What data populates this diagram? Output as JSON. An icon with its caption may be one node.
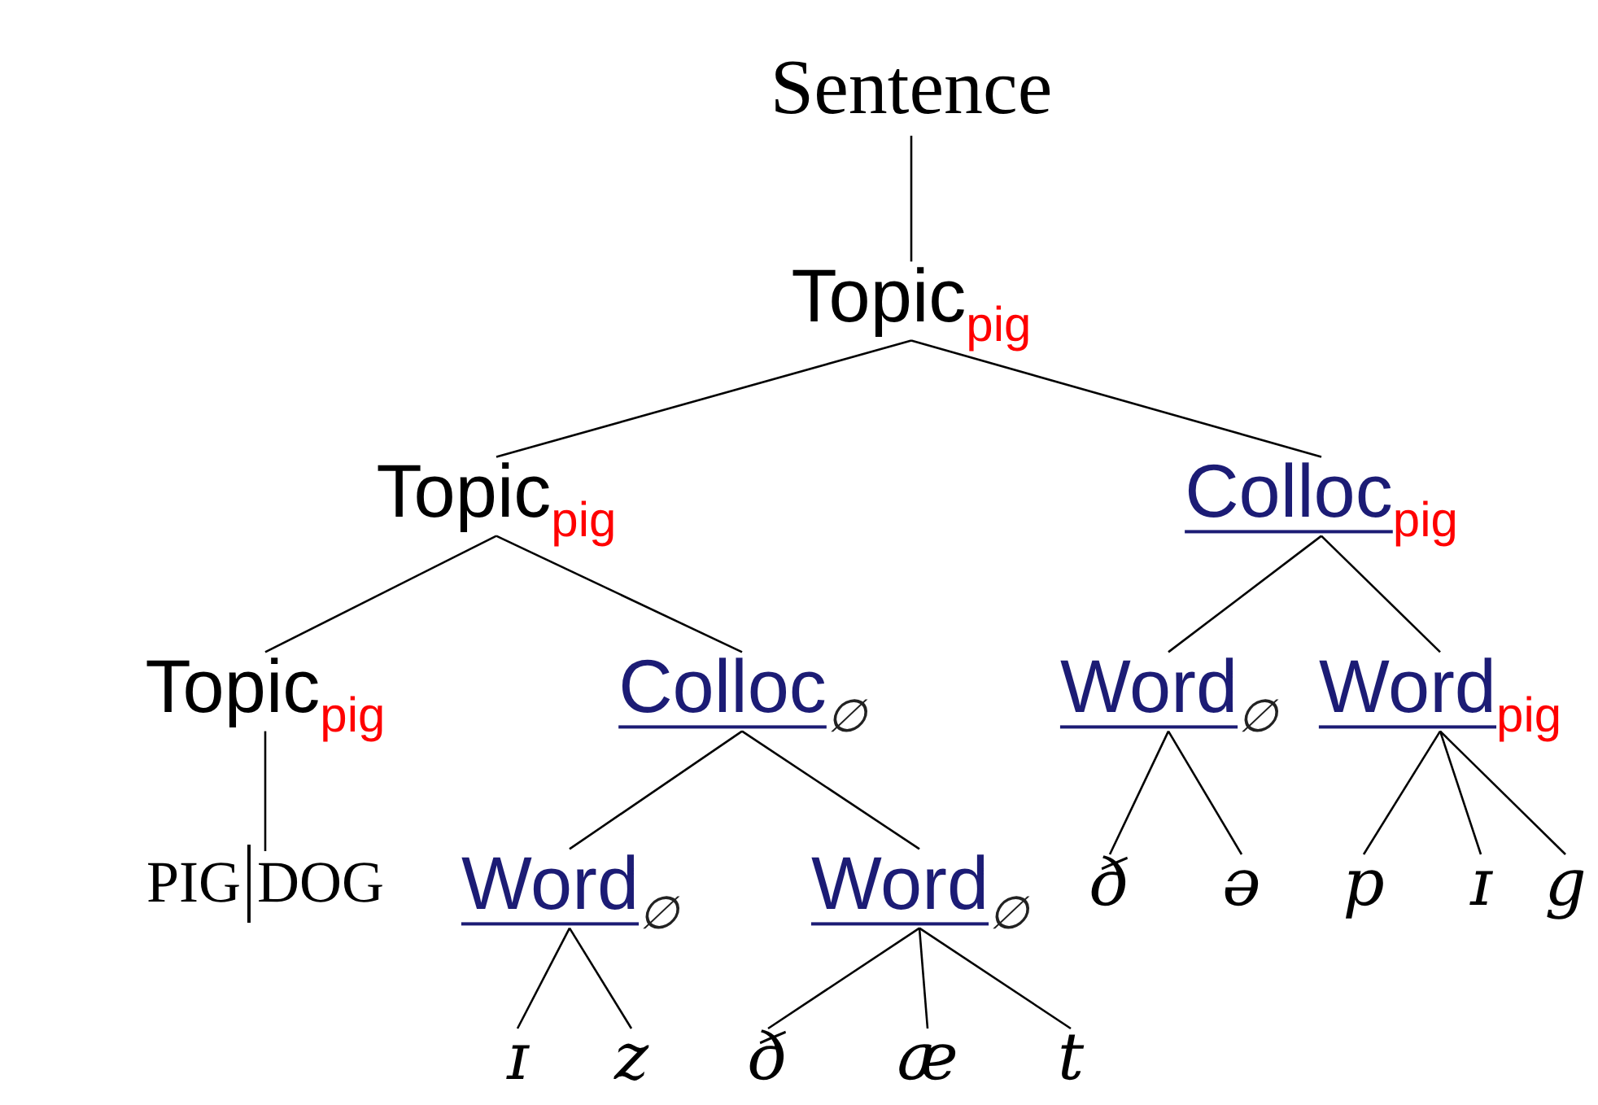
{
  "diagram": {
    "nodes": [
      {
        "text": [
          "Sentence"
        ]
      },
      {
        "text": [
          "Topic$_{pig}$"
        ]
      },
      {
        "text": [
          "Topic$_{pig}$"
        ]
      },
      {
        "text": [
          "Colloc$_{pig}$"
        ]
      },
      {
        "text": [
          "Topic$_{pig}$"
        ]
      },
      {
        "text": [
          "Colloc$_{∅}$"
        ]
      },
      {
        "text": [
          "Word$_{∅}$"
        ]
      },
      {
        "text": [
          "Word$_{pig}$"
        ]
      },
      {
        "text": [
          "PIG",
          "DOG"
        ]
      },
      {
        "text": [
          "Word$_{∅}$"
        ]
      },
      {
        "text": [
          "Word$_{∅}$"
        ]
      },
      {
        "text": [
          "ð"
        ]
      },
      {
        "text": [
          "ə"
        ]
      },
      {
        "text": [
          "p"
        ]
      },
      {
        "text": [
          "ɪ"
        ]
      },
      {
        "text": [
          "g"
        ]
      },
      {
        "text": [
          "ɪ"
        ]
      },
      {
        "text": [
          "z"
        ]
      },
      {
        "text": [
          "ð"
        ]
      },
      {
        "text": [
          "æ"
        ]
      },
      {
        "text": [
          "t"
        ]
      }
    ],
    "edges": [
      {
        "from": 0,
        "to": 1,
        "arrow": "none"
      },
      {
        "from": 1,
        "to": 2,
        "arrow": "none"
      },
      {
        "from": 1,
        "to": 3,
        "arrow": "none"
      },
      {
        "from": 2,
        "to": 4,
        "arrow": "none"
      },
      {
        "from": 2,
        "to": 5,
        "arrow": "none"
      },
      {
        "from": 3,
        "to": 6,
        "arrow": "none"
      },
      {
        "from": 3,
        "to": 7,
        "arrow": "none"
      },
      {
        "from": 4,
        "to": 8,
        "arrow": "none"
      },
      {
        "from": 5,
        "to": 9,
        "arrow": "none"
      },
      {
        "from": 5,
        "to": 10,
        "arrow": "none"
      },
      {
        "from": 6,
        "to": 11,
        "arrow": "none"
      },
      {
        "from": 6,
        "to": 12,
        "arrow": "none"
      },
      {
        "from": 7,
        "to": 13,
        "arrow": "none"
      },
      {
        "from": 7,
        "to": 14,
        "arrow": "none"
      },
      {
        "from": 7,
        "to": 15,
        "arrow": "none"
      },
      {
        "from": 9,
        "to": 16,
        "arrow": "none"
      },
      {
        "from": 9,
        "to": 17,
        "arrow": "none"
      },
      {
        "from": 10,
        "to": 18,
        "arrow": "none"
      },
      {
        "from": 10,
        "to": 19,
        "arrow": "none"
      },
      {
        "from": 10,
        "to": 20,
        "arrow": "none"
      }
    ]
  }
}
